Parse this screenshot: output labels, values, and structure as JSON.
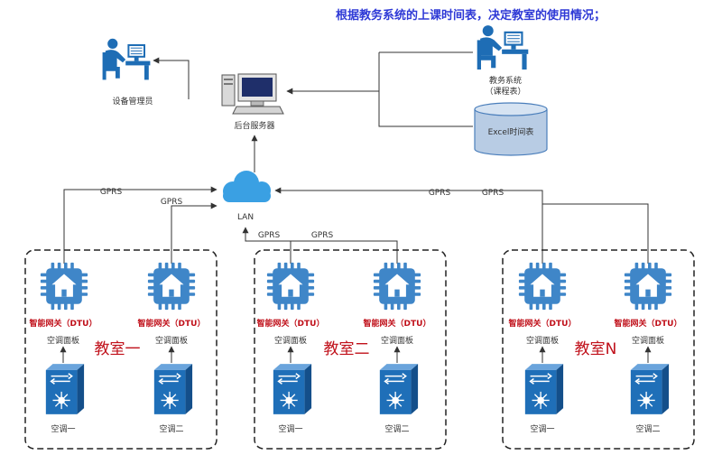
{
  "header": {
    "title": "根据教务系统的上课时间表，决定教室的使用情况；"
  },
  "nodes": {
    "admin": "设备管理员",
    "server": "后台服务器",
    "edu_system_line1": "教务系统",
    "edu_system_line2": "（课程表）",
    "excel": "Excel时间表",
    "lan": "LAN"
  },
  "links": {
    "gprs": "GPRS"
  },
  "classrooms": [
    {
      "name": "教室一",
      "gateway": "智能网关（DTU）",
      "panel": "空调面板",
      "ac_left": "空调一",
      "ac_right": "空调二"
    },
    {
      "name": "教室二",
      "gateway": "智能网关（DTU）",
      "panel": "空调面板",
      "ac_left": "空调一",
      "ac_right": "空调二"
    },
    {
      "name": "教室N",
      "gateway": "智能网关（DTU）",
      "panel": "空调面板",
      "ac_left": "空调一",
      "ac_right": "空调二"
    }
  ],
  "colors": {
    "title": "#2e39d6",
    "gateway_label": "#c0101a",
    "classroom_label": "#c0101a",
    "chip": "#3f86c8",
    "device": "#1f6fb8",
    "person": "#1e6db5",
    "line": "#333333"
  }
}
